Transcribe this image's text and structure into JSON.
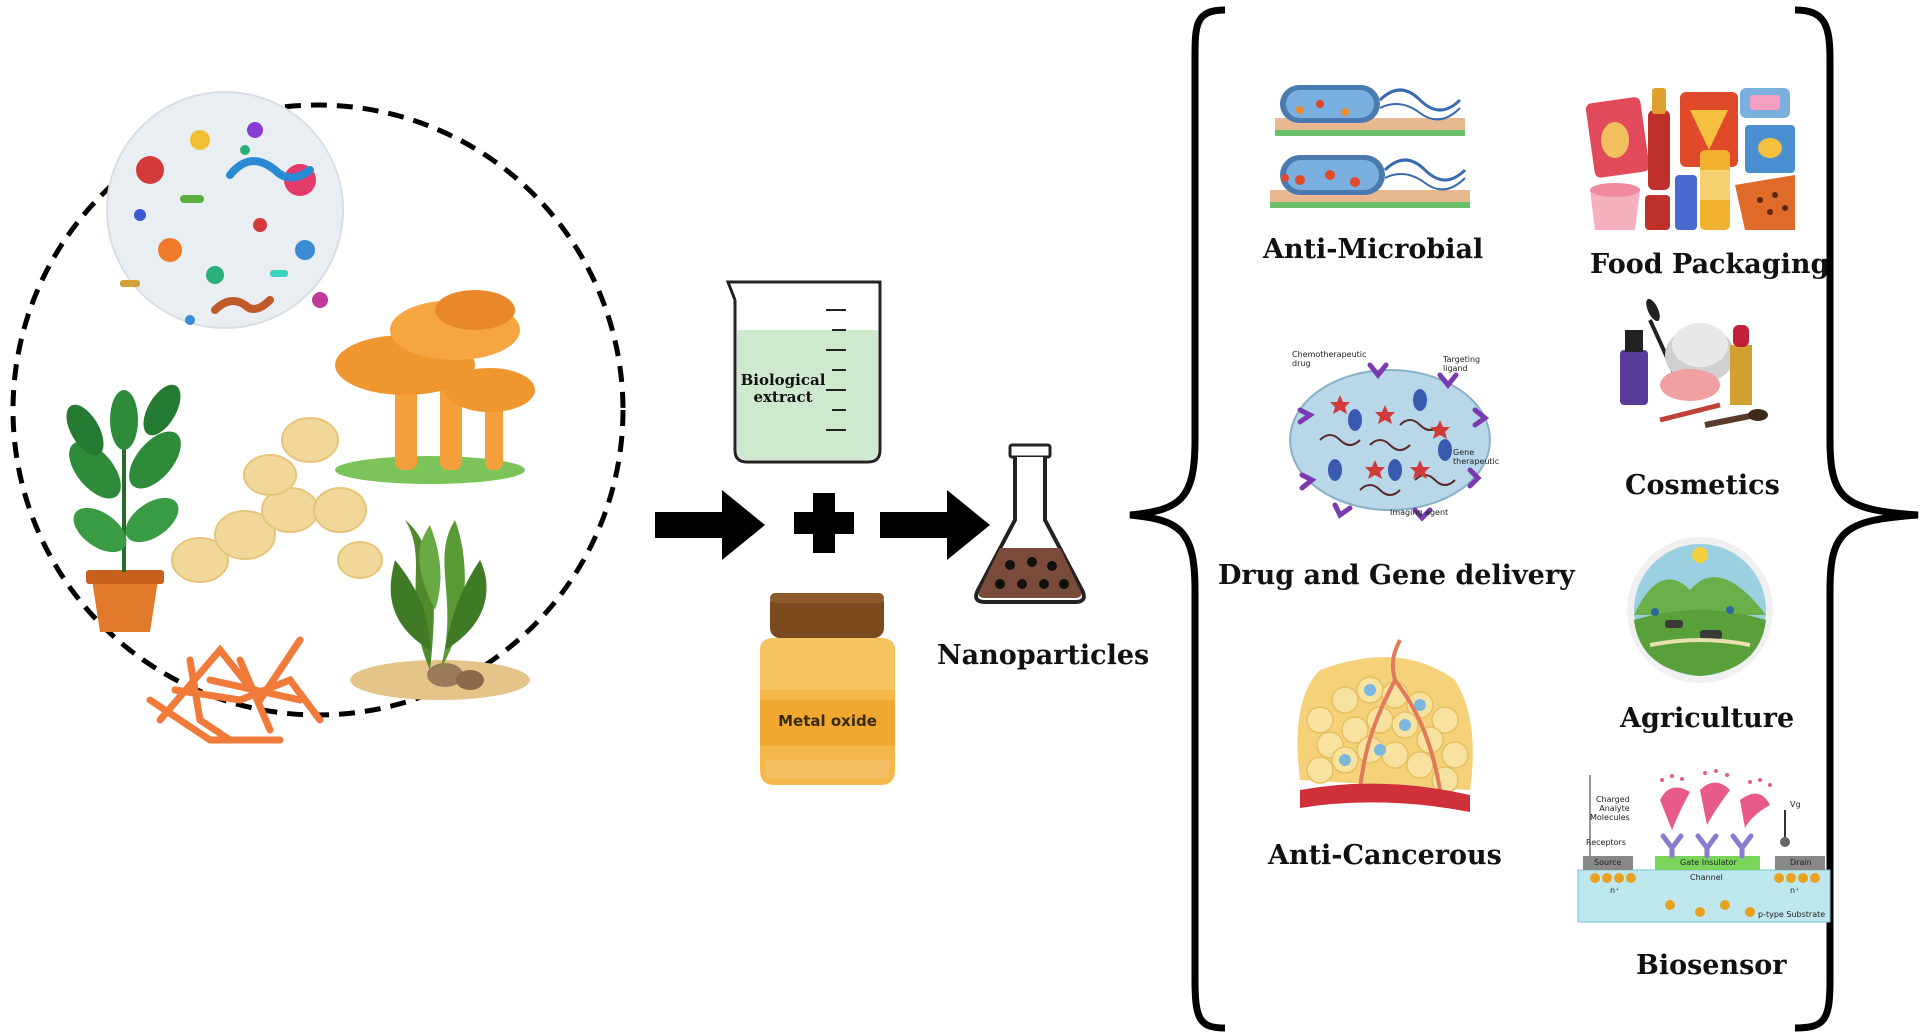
{
  "sources": {
    "label": ""
  },
  "reagents": {
    "beaker_label": "Biological\nextract",
    "jar_label": "Metal oxide"
  },
  "product": {
    "label": "Nanoparticles"
  },
  "applications": [
    {
      "key": "anti_microbial",
      "label": "Anti-Microbial"
    },
    {
      "key": "food_packaging",
      "label": "Food Packaging"
    },
    {
      "key": "drug_gene",
      "label": "Drug and Gene delivery"
    },
    {
      "key": "cosmetics",
      "label": "Cosmetics"
    },
    {
      "key": "anti_cancerous",
      "label": "Anti-Cancerous"
    },
    {
      "key": "agriculture",
      "label": "Agriculture"
    },
    {
      "key": "biosensor",
      "label": "Biosensor"
    }
  ],
  "drug_diagram": {
    "chemo": "Chemotherapeutic\ndrug",
    "targeting": "Targeting\nligand",
    "gene": "Gene\ntherapeutic",
    "imaging": "Imaging agent"
  },
  "biosensor_diagram": {
    "charged": "Charged\nAnalyte\nMolecules",
    "receptors": "Receptors",
    "source": "Source",
    "gate": "Gate Insulator",
    "drain": "Drain",
    "channel": "Channel",
    "n_left": "n⁺",
    "n_right": "n⁺",
    "substrate": "p-type Substrate",
    "vg": "Vg"
  },
  "colors": {
    "arrow": "#000000",
    "mushroom": "#f0962e",
    "leaf": "#2e8b3a",
    "pot": "#e07a2a",
    "algae": "#f07a3a",
    "seaweed": "#4f8a2c",
    "yeast": "#f2d79a",
    "extract": "#cfe9cf",
    "jar_body": "#f5b74a",
    "jar_cap": "#7a4a1e",
    "flask_fill": "#7a4a3a",
    "bracket": "#000000"
  }
}
